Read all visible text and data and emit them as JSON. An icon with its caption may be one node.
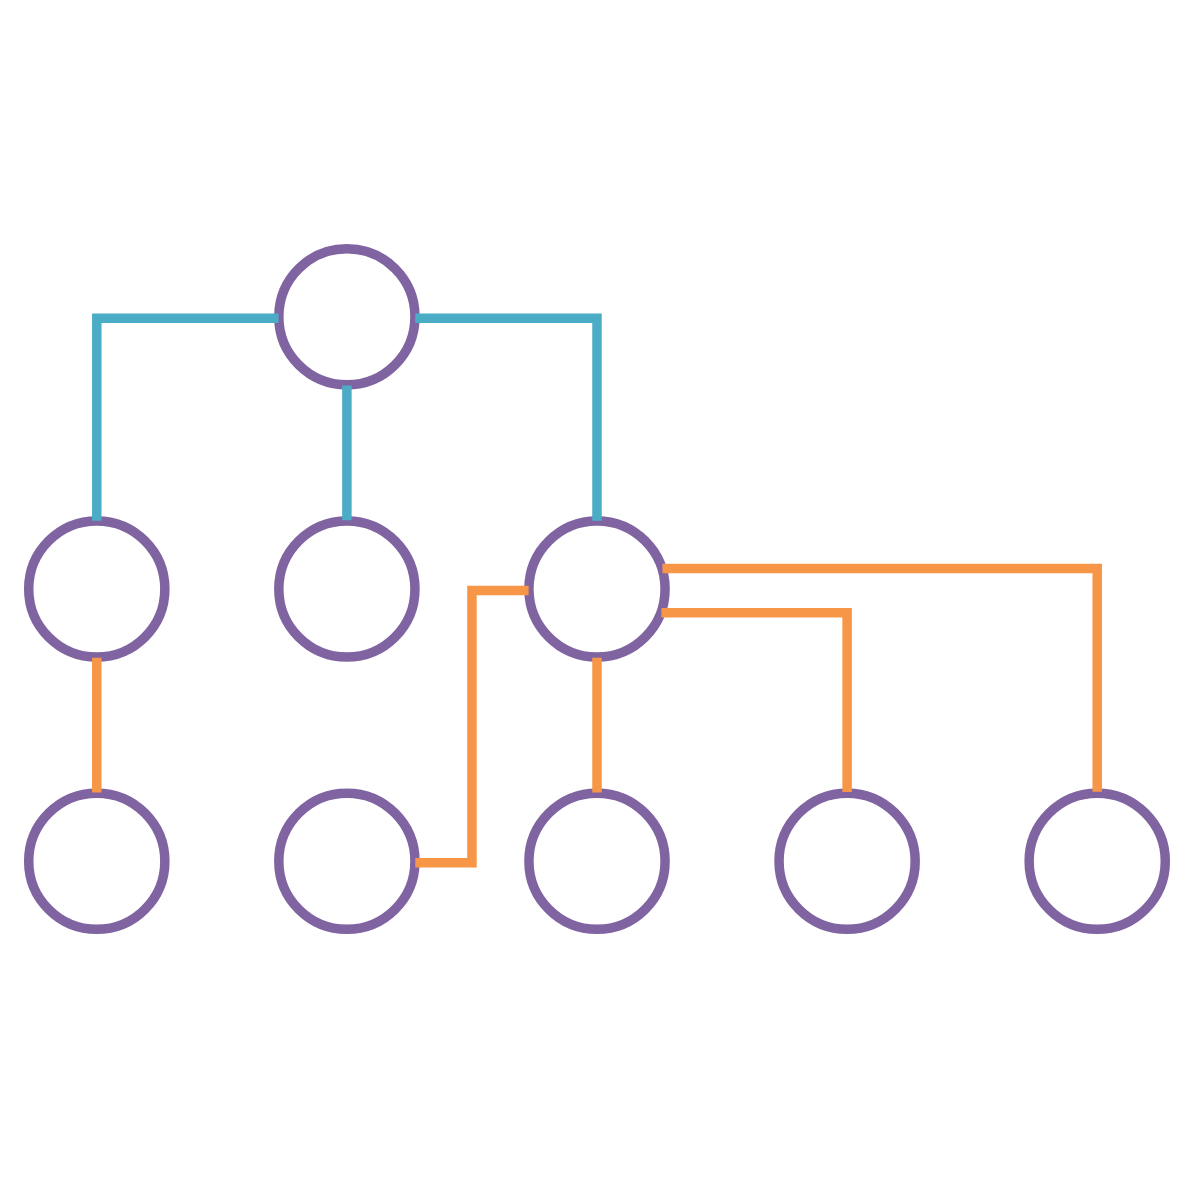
{
  "diagram": {
    "nodes": [
      {
        "text": [],
        "shape": "circle"
      },
      {
        "text": [],
        "shape": "circle"
      },
      {
        "text": [],
        "shape": "circle"
      },
      {
        "text": [],
        "shape": "circle"
      },
      {
        "text": [],
        "shape": "circle"
      },
      {
        "text": [],
        "shape": "circle"
      },
      {
        "text": [],
        "shape": "circle"
      },
      {
        "text": [],
        "shape": "circle"
      },
      {
        "text": [],
        "shape": "circle"
      }
    ],
    "edges": [
      {
        "from": 0,
        "to": 1,
        "arrow": "none",
        "color": "#4bacc6"
      },
      {
        "from": 0,
        "to": 2,
        "arrow": "none",
        "color": "#4bacc6"
      },
      {
        "from": 0,
        "to": 3,
        "arrow": "none",
        "color": "#4bacc6"
      },
      {
        "from": 1,
        "to": 4,
        "arrow": "none"
      },
      {
        "from": 3,
        "to": 5,
        "arrow": "none"
      },
      {
        "from": 3,
        "to": 6,
        "arrow": "none"
      },
      {
        "from": 3,
        "to": 7,
        "arrow": "none"
      },
      {
        "from": 3,
        "to": 8,
        "arrow": "none"
      }
    ]
  }
}
